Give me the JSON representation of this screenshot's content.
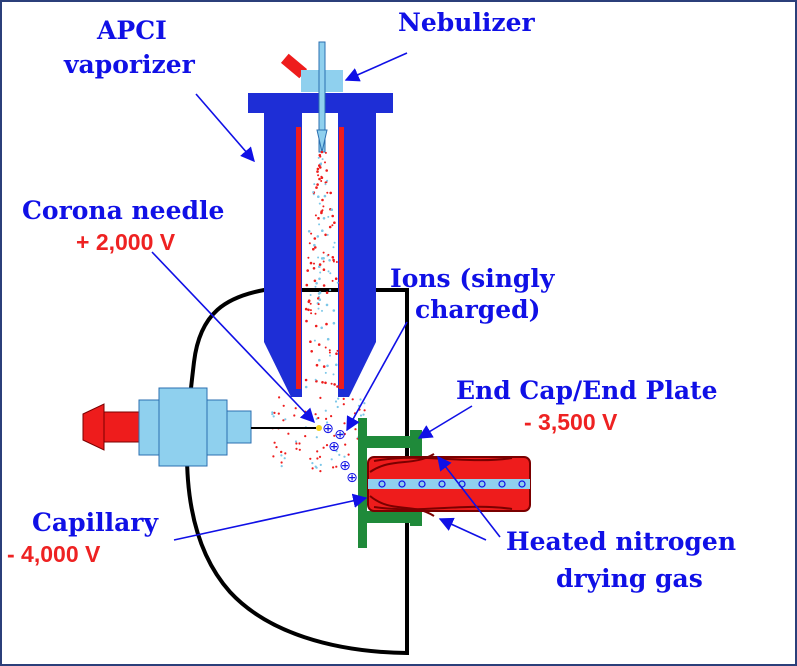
{
  "labels": {
    "apci_line1": "APCI",
    "apci_line2": "vaporizer",
    "nebulizer": "Nebulizer",
    "corona_needle": "Corona needle",
    "corona_voltage": "+ 2,000 V",
    "ions_line1": "Ions (singly",
    "ions_line2": "charged)",
    "endcap": "End Cap/End Plate",
    "endcap_voltage": "- 3,500 V",
    "capillary": "Capillary",
    "capillary_voltage": "- 4,000 V",
    "heated_line1": "Heated nitrogen",
    "heated_line2": "drying gas"
  },
  "colors": {
    "label_text": "#1010e6",
    "voltage_text": "#ee2222",
    "vaporizer_body": "#1e2ed6",
    "heater": "#ee1c1c",
    "light_blue": "#8fd0ee",
    "end_cap": "#1f8a3a",
    "arrow": "#1010e6",
    "border": "#2b3f7a"
  },
  "ion_symbol": "⊕"
}
